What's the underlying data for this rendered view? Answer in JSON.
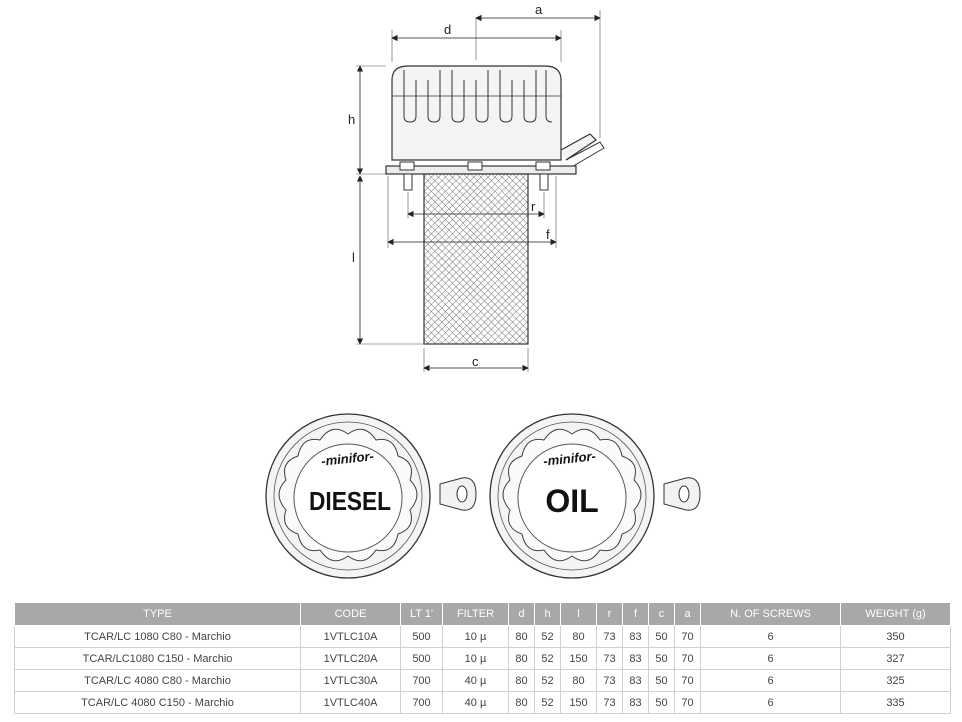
{
  "drawing": {
    "dimension_labels": {
      "a": "a",
      "d": "d",
      "h": "h",
      "l": "l",
      "r": "r",
      "f": "f",
      "c": "c"
    },
    "caps": [
      {
        "brand": "-minifor-",
        "label": "DIESEL"
      },
      {
        "brand": "-minifor-",
        "label": "OIL"
      }
    ]
  },
  "table": {
    "headers": [
      "TYPE",
      "CODE",
      "LT 1'",
      "FILTER",
      "d",
      "h",
      "l",
      "r",
      "f",
      "c",
      "a",
      "N. OF SCREWS",
      "WEIGHT (g)"
    ],
    "rows": [
      [
        "TCAR/LC 1080 C80 - Marchio",
        "1VTLC10A",
        "500",
        "10 µ",
        "80",
        "52",
        "80",
        "73",
        "83",
        "50",
        "70",
        "6",
        "350"
      ],
      [
        "TCAR/LC1080 C150 - Marchio",
        "1VTLC20A",
        "500",
        "10 µ",
        "80",
        "52",
        "150",
        "73",
        "83",
        "50",
        "70",
        "6",
        "327"
      ],
      [
        "TCAR/LC 4080 C80 - Marchio",
        "1VTLC30A",
        "700",
        "40 µ",
        "80",
        "52",
        "80",
        "73",
        "83",
        "50",
        "70",
        "6",
        "325"
      ],
      [
        "TCAR/LC 4080 C150 - Marchio",
        "1VTLC40A",
        "700",
        "40 µ",
        "80",
        "52",
        "150",
        "73",
        "83",
        "50",
        "70",
        "6",
        "335"
      ]
    ]
  }
}
